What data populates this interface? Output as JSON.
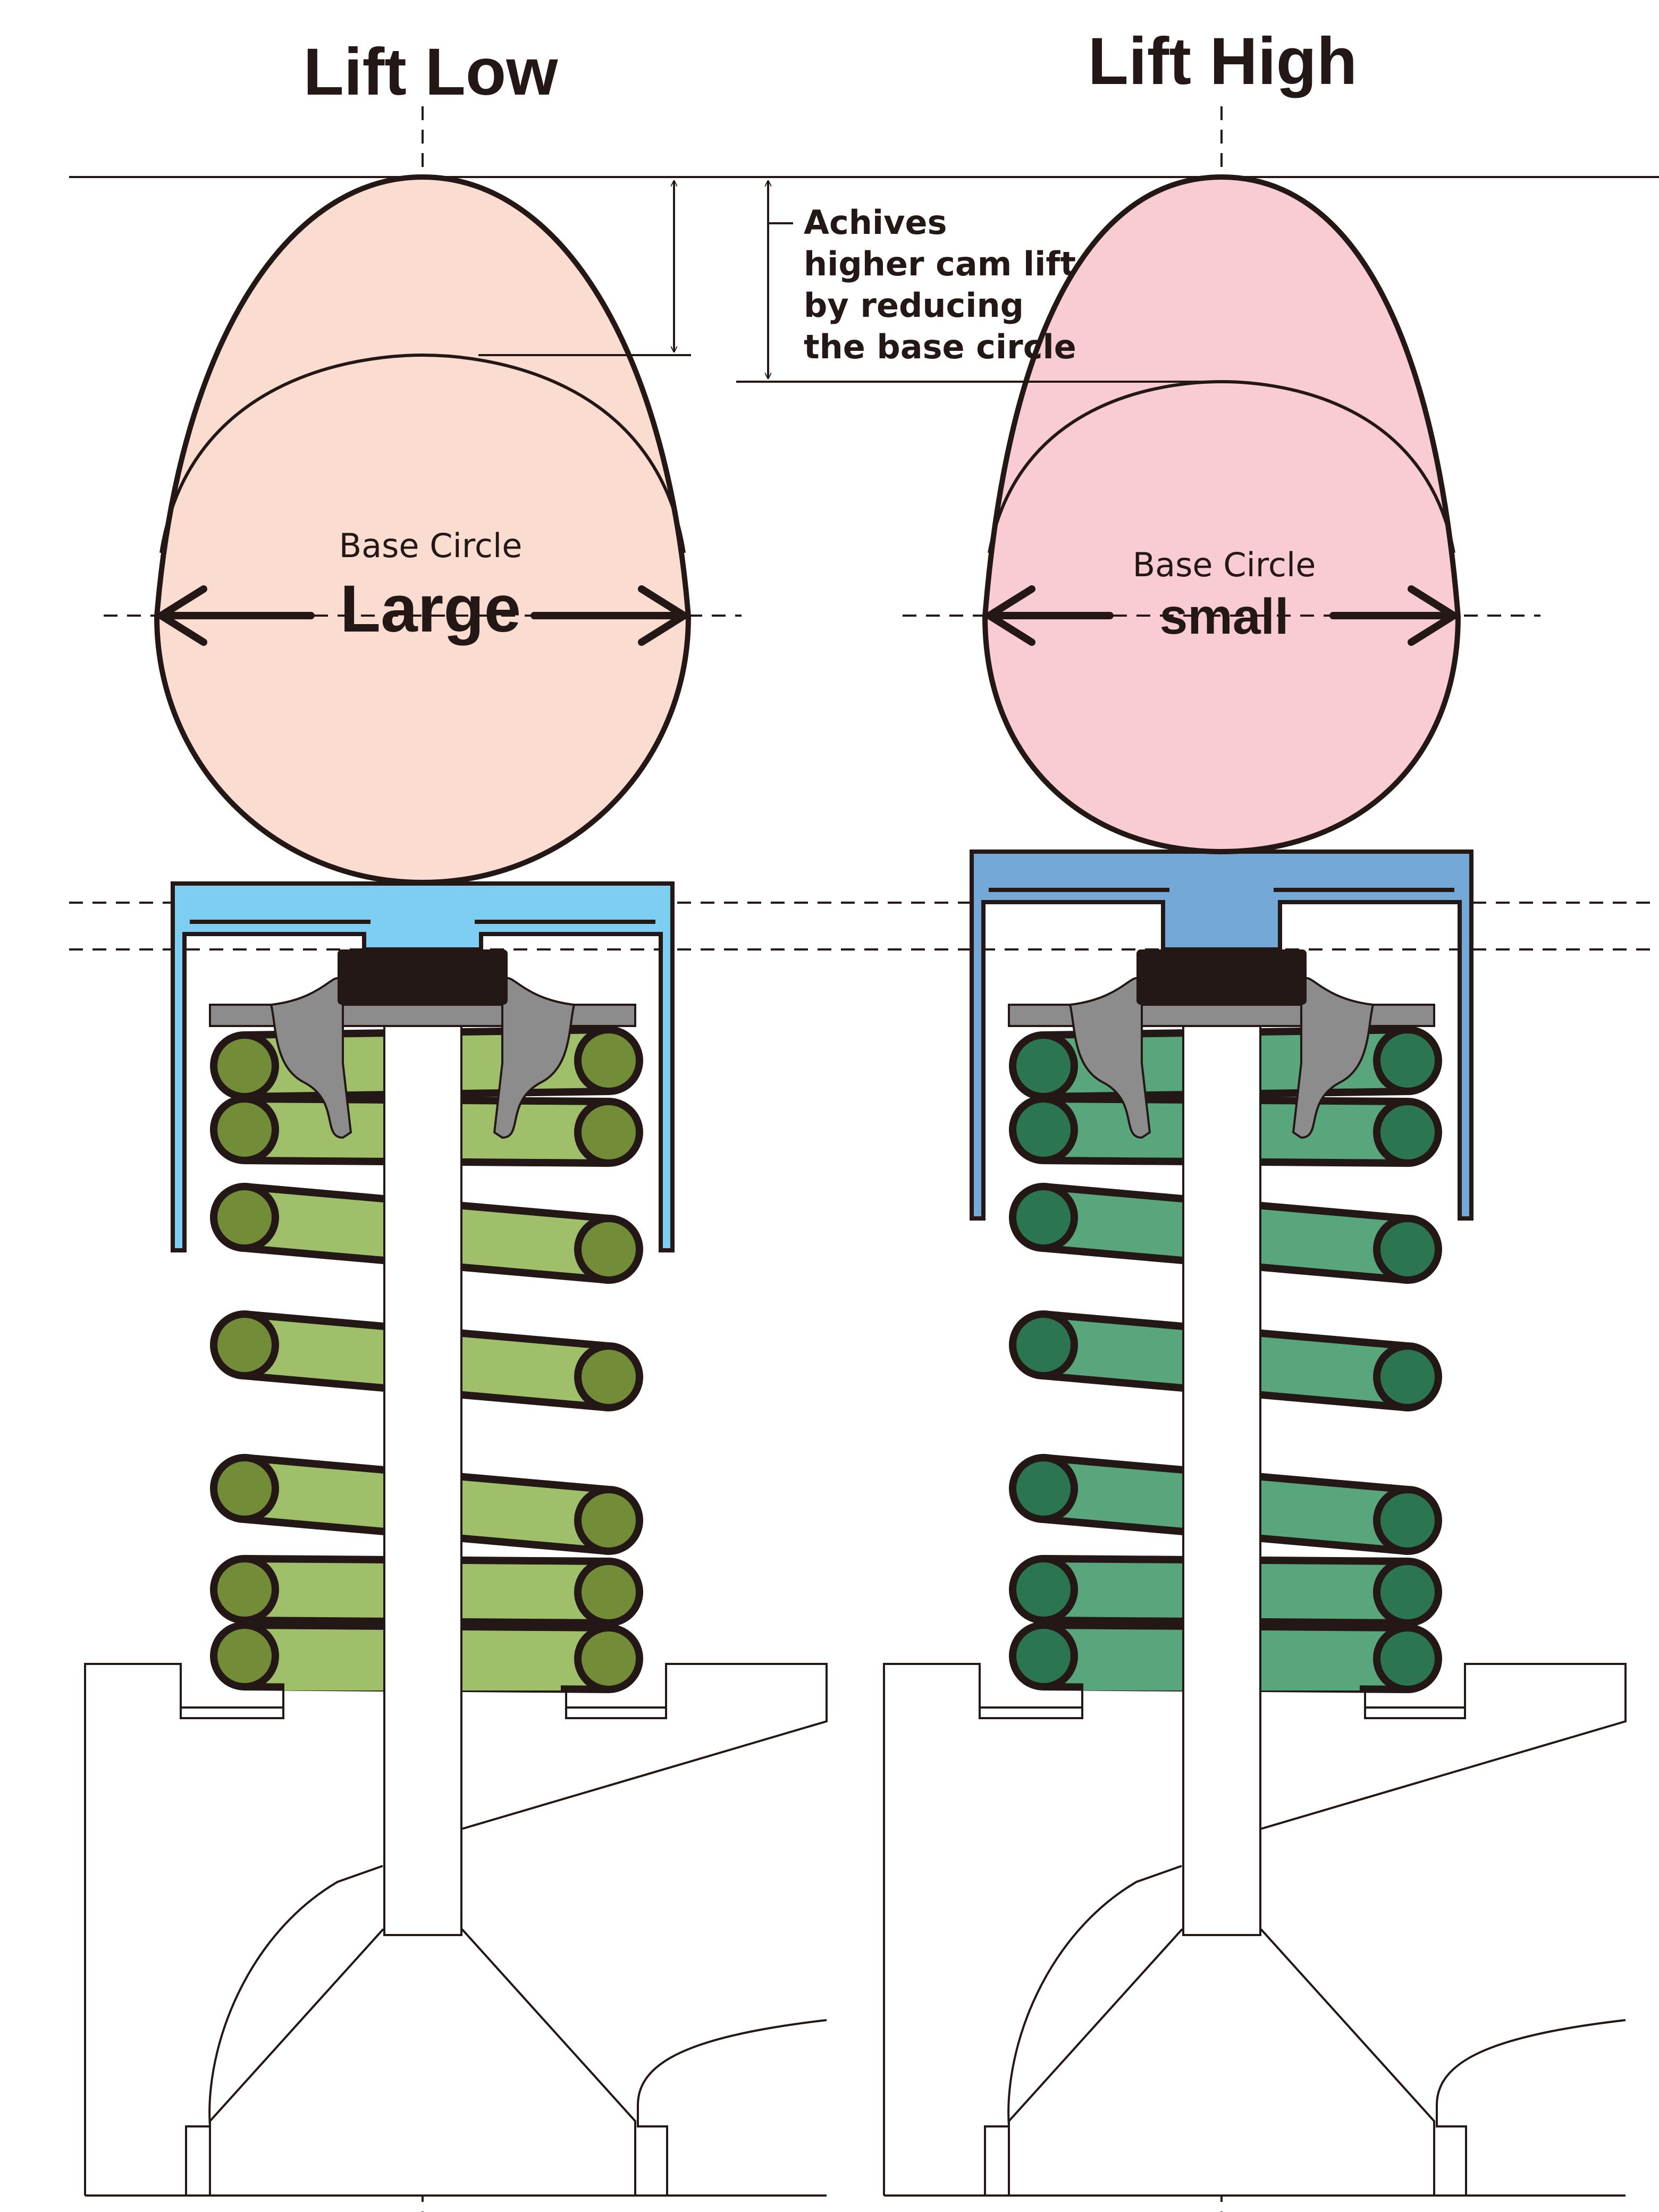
{
  "panels": [
    {
      "title": "Lift Low",
      "base_circle_label": "Base Circle",
      "base_circle_size": "Large",
      "cam_color": "#fadcd0",
      "bucket_color": "#7ecef4",
      "spring_color": "#a0bf6b",
      "coil_color": "#738c38"
    },
    {
      "title": "Lift High",
      "base_circle_label": "Base Circle",
      "base_circle_size": "small",
      "cam_color": "#f8ccd2",
      "bucket_color": "#74a8d6",
      "spring_color": "#59a67d",
      "coil_color": "#2b7550"
    }
  ],
  "annotation": {
    "lines": [
      "Achives",
      "higher cam lift",
      "by reducing",
      "the base circle"
    ]
  },
  "colors": {
    "outline": "#231815",
    "retainer": "#8c8c8c",
    "shim": "#231815"
  }
}
